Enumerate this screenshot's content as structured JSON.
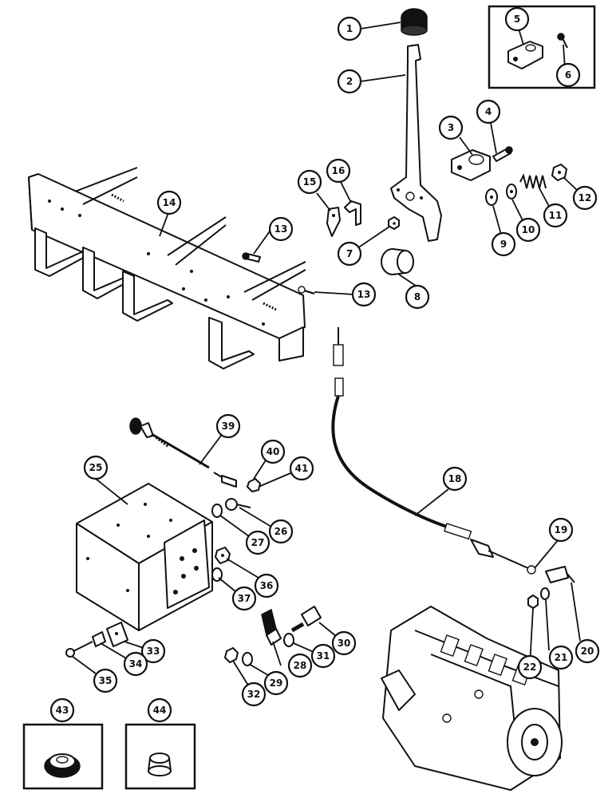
{
  "callouts": {
    "c1": "1",
    "c2": "2",
    "c3": "3",
    "c4": "4",
    "c5": "5",
    "c6": "6",
    "c7": "7",
    "c8": "8",
    "c9": "9",
    "c10": "10",
    "c11": "11",
    "c12": "12",
    "c13a": "13",
    "c13b": "13",
    "c14": "14",
    "c15": "15",
    "c16": "16",
    "c18": "18",
    "c19": "19",
    "c20": "20",
    "c21": "21",
    "c22": "22",
    "c25": "25",
    "c26": "26",
    "c27": "27",
    "c28": "28",
    "c29": "29",
    "c30": "30",
    "c31": "31",
    "c32": "32",
    "c33": "33",
    "c34": "34",
    "c35": "35",
    "c36": "36",
    "c37": "37",
    "c39": "39",
    "c40": "40",
    "c41": "41",
    "c43": "43",
    "c44": "44"
  },
  "colors": {
    "ink": "#111111",
    "paper": "#ffffff"
  }
}
